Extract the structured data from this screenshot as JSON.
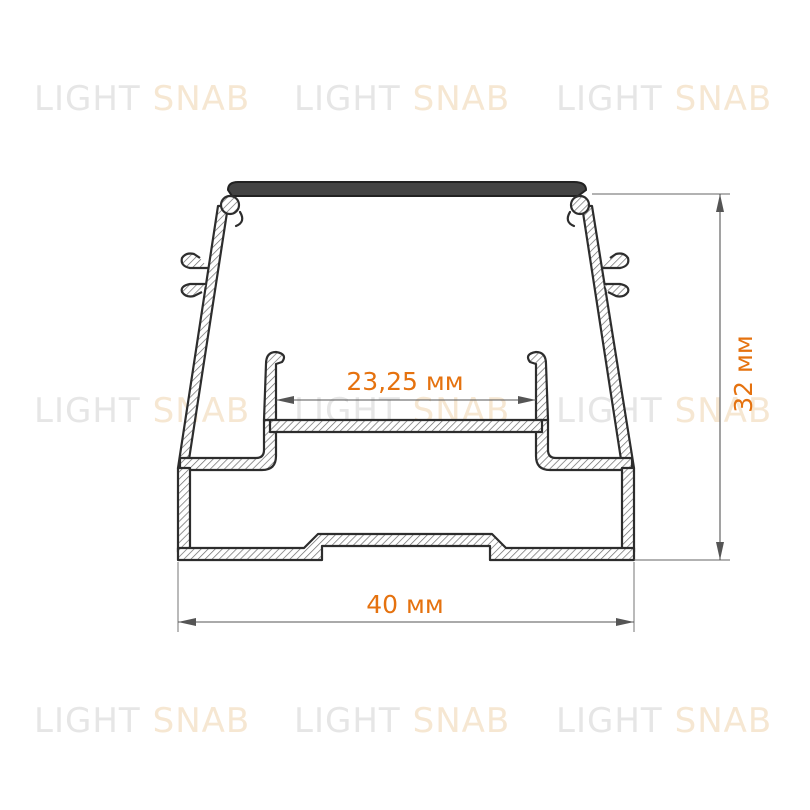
{
  "watermark": {
    "part1": "LIGHT",
    "part2": "SNAB"
  },
  "dimensions": {
    "inner_width": "23,25 мм",
    "outer_width": "40 мм",
    "height": "32 мм"
  },
  "colors": {
    "dimension_text": "#e5720f",
    "profile_outline": "#2d2d2d",
    "watermark_gray": "#e6e6e6",
    "watermark_orange": "#f6e7d2"
  }
}
